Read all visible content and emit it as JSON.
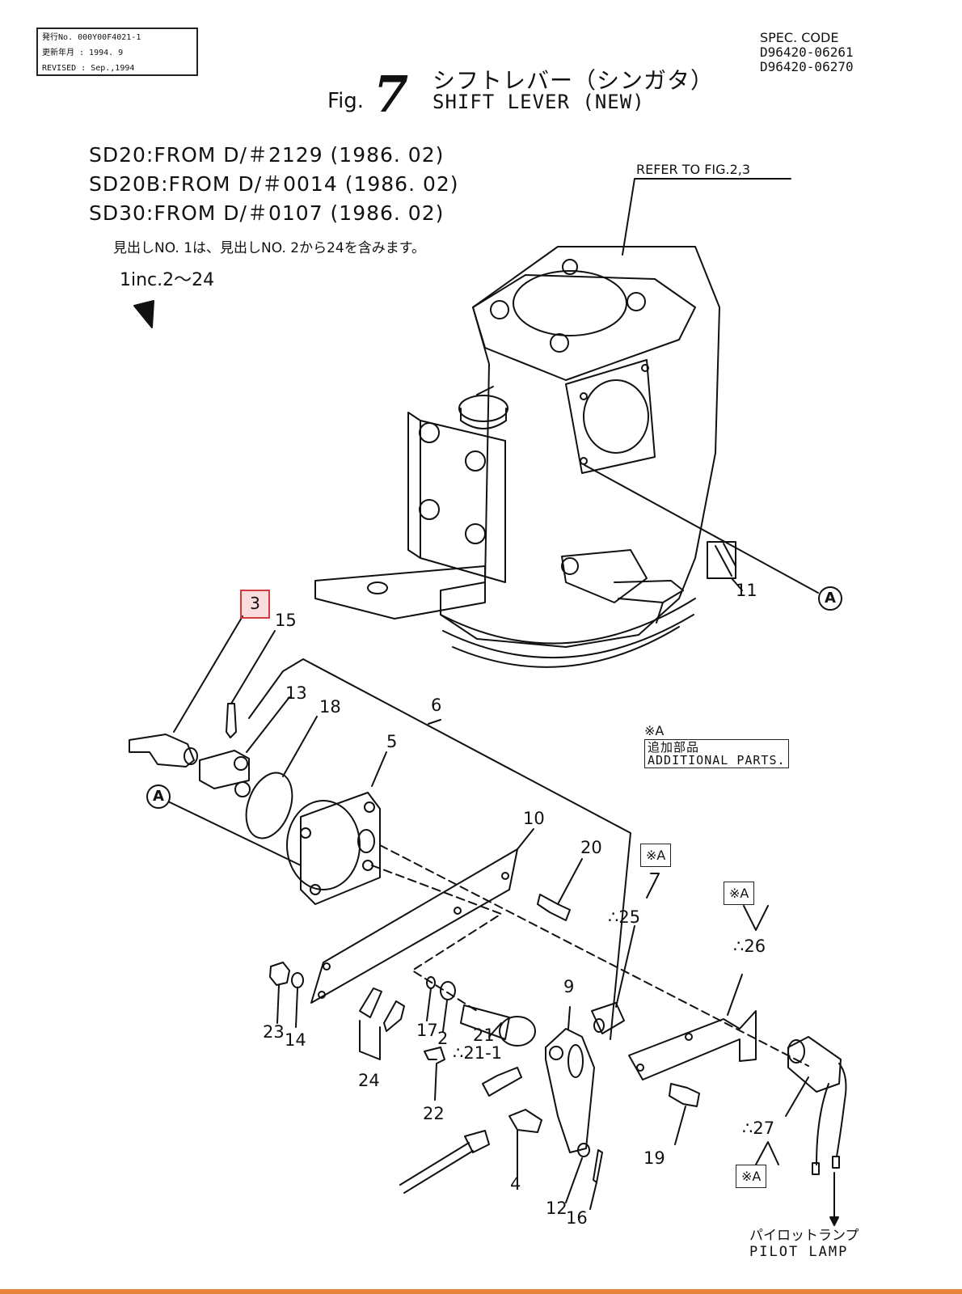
{
  "stamp": {
    "line1": "発行No. 000Y00F4021-1",
    "line2": "更新年月 : 1994. 9",
    "line3": "REVISED : Sep.,1994"
  },
  "spec": {
    "label": "SPEC. CODE",
    "code1": "D96420-06261",
    "code2": "D96420-06270"
  },
  "figure": {
    "prefix": "Fig.",
    "number": "7",
    "title_jp": "シフトレバー（シンガタ）",
    "title_en": "SHIFT LEVER (NEW)"
  },
  "serials": [
    "SD20:FROM D/＃2129 (1986. 02)",
    "SD20B:FROM D/＃0014 (1986. 02)",
    "SD30:FROM D/＃0107 (1986. 02)"
  ],
  "inclusion": {
    "jp": "見出しNO. 1は、見出しNO. 2から24を含みます。",
    "en": "1inc.2～24"
  },
  "refer": "REFER TO FIG.2,3",
  "additional": {
    "mark": "※A",
    "jp": "追加部品",
    "en": "ADDITIONAL PARTS."
  },
  "note_marks": {
    "a25": "※A",
    "a26": "※A",
    "a27": "※A"
  },
  "pilot": {
    "jp": "パイロットランプ",
    "en": "PILOT LAMP"
  },
  "callouts": {
    "c3": "3",
    "c15": "15",
    "c13": "13",
    "c18": "18",
    "c6": "6",
    "c5": "5",
    "c10": "10",
    "c20": "20",
    "c11": "11",
    "cA1": "A",
    "cA2": "A",
    "c25": "∴25",
    "c26": "∴26",
    "c9": "9",
    "c23": "23",
    "c14": "14",
    "c17": "17",
    "c2": "2",
    "c21": "21",
    "c211": "∴21-1",
    "c24": "24",
    "c22": "22",
    "c4": "4",
    "c12": "12",
    "c16": "16",
    "c19": "19",
    "c27": "∴27"
  }
}
